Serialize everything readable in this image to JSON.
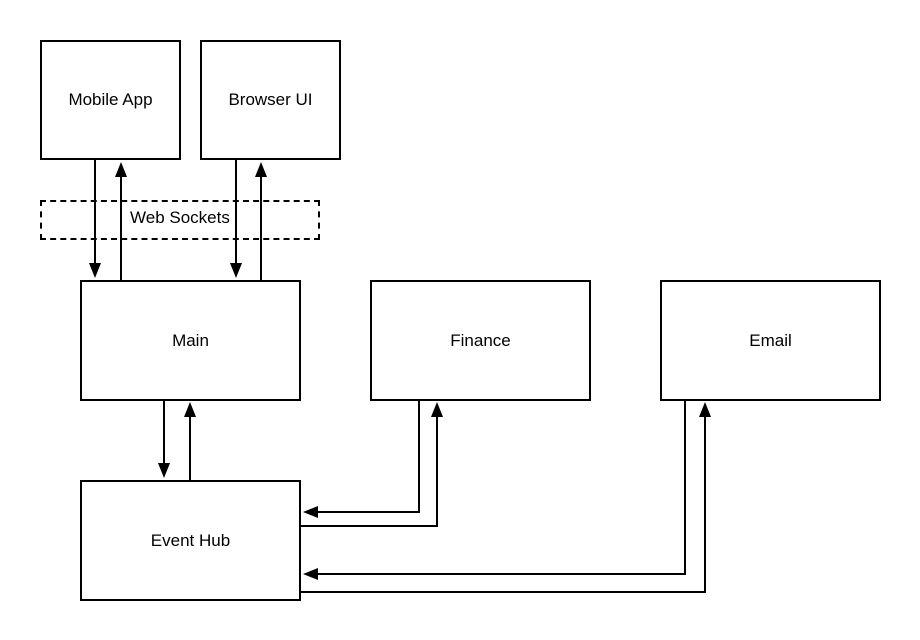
{
  "diagram": {
    "nodes": {
      "mobile_app": "Mobile App",
      "browser_ui": "Browser UI",
      "main": "Main",
      "finance": "Finance",
      "email": "Email",
      "event_hub": "Event Hub"
    },
    "groups": {
      "web_sockets": "Web Sockets"
    },
    "edges": [
      {
        "from": "mobile_app",
        "to": "main"
      },
      {
        "from": "main",
        "to": "mobile_app"
      },
      {
        "from": "browser_ui",
        "to": "main"
      },
      {
        "from": "main",
        "to": "browser_ui"
      },
      {
        "from": "main",
        "to": "event_hub"
      },
      {
        "from": "event_hub",
        "to": "main"
      },
      {
        "from": "finance",
        "to": "event_hub"
      },
      {
        "from": "event_hub",
        "to": "finance"
      },
      {
        "from": "email",
        "to": "event_hub"
      },
      {
        "from": "event_hub",
        "to": "email"
      }
    ],
    "colors": {
      "stroke": "#000000",
      "background": "#ffffff"
    }
  }
}
